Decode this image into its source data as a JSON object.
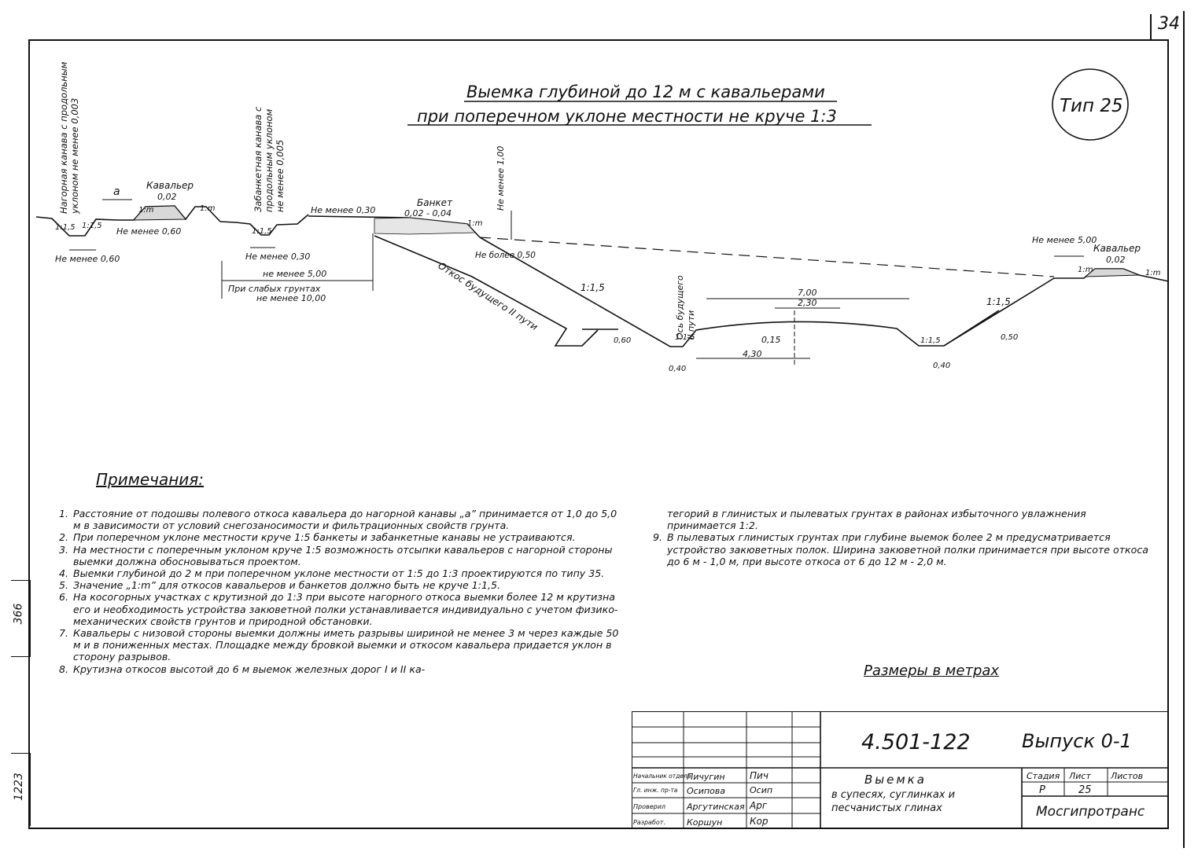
{
  "sheet_number": "34",
  "type_badge": "Тип 25",
  "title": {
    "line1": "Выемка глубиной до 12 м с кавальерами",
    "line2": "при поперечном уклоне местности не круче 1:3"
  },
  "drawing": {
    "vertical_labels": {
      "upland_ditch": [
        "Нагорная канава с продольным",
        "уклоном не менее 0,003"
      ],
      "berm_ditch": [
        "Забанкетная канава с",
        "продольным уклоном",
        "не менее 0,005"
      ],
      "not_less_100": "Не менее 1,00",
      "axis_track_2": [
        "Ось будущего",
        "II пути"
      ]
    },
    "labels": {
      "kavalier_left": "Кавальер",
      "slope_002_left": "0,02",
      "slope_m_1": "1:m",
      "slope_m_2": "1:m",
      "slope_m_3": "1:m",
      "slope_m_4": "1:m",
      "slope_m_5": "1:m",
      "slope_15_a": "1:1,5",
      "slope_15_b": "1:1,5",
      "slope_15_c": "1:1,5",
      "slope_15_d": "1:1,5",
      "slope_15_e": "1:1,5",
      "slope_15_f": "1:1,5",
      "slope_15_g": "1:1,5",
      "a": "а",
      "nm_060_a": "Не менее 0,60",
      "nm_060_b": "Не менее 0,60",
      "nm_030_a": "Не менее 0,30",
      "nm_030_b": "Не менее 0,30",
      "nm_500": "не менее 5,00",
      "weak_soil": [
        "При слабых грунтах",
        "не менее 10,00"
      ],
      "banket": "Банкет",
      "banket_slope": "0,02 - 0,04",
      "nb_050": "Не более 0,50",
      "future_slope": "Откос будущего II пути",
      "nm_500_right": "Не менее 5,00",
      "kavalier_right": "Кавальер",
      "slope_002_right": "0,02",
      "dim_700": "7,00",
      "dim_230": "2,30",
      "dim_015": "0,15",
      "dim_430": "4,30",
      "dim_060": "0,60",
      "dim_050": "0,50",
      "dim_040_a": "0,40",
      "dim_040_b": "0,40"
    }
  },
  "notes_title": "Примечания:",
  "notes_left": [
    {
      "n": "1.",
      "text": "Расстояние от подошвы полевого откоса кавальера до нагорной канавы „а” принимается от 1,0 до 5,0 м в зависимости от условий снегозаносимости и фильтрационных свойств грунта."
    },
    {
      "n": "2.",
      "text": "При поперечном уклоне местности круче 1:5 банкеты и забанкетные канавы не устраиваются."
    },
    {
      "n": "3.",
      "text": "На местности с поперечным уклоном круче 1:5 возможность отсыпки кавальеров с нагорной стороны выемки должна обосновываться проектом."
    },
    {
      "n": "4.",
      "text": "Выемки глубиной до 2 м при поперечном уклоне местности от 1:5 до 1:3 проектируются по типу 35."
    },
    {
      "n": "5.",
      "text": "Значение „1:m” для откосов кавальеров и банкетов должно быть не круче 1:1,5."
    },
    {
      "n": "6.",
      "text": "На косогорных участках с крутизной до 1:3 при высоте нагорного откоса выемки более 12 м крутизна его и необходимость устройства закюветной полки устанавливается индивидуально с учетом физико-механических свойств грунтов и природной обстановки."
    },
    {
      "n": "7.",
      "text": "Кавальеры с низовой стороны выемки должны иметь разрывы шириной не менее 3 м через каждые 50 м и в пониженных местах. Площадке между бровкой выемки и откосом кавальера придается уклон в сторону разрывов."
    },
    {
      "n": "8.",
      "text": "Крутизна откосов высотой до 6 м выемок железных дорог I и II ка-"
    }
  ],
  "notes_right": [
    {
      "n": "",
      "text": "тегорий в глинистых и пылеватых грунтах в районах избыточного увлажнения принимается 1:2."
    },
    {
      "n": "9.",
      "text": "В пылеватых глинистых грунтах при глубине выемок более 2 м предусматривается устройство закюветных полок. Ширина закюветной полки принимается при высоте откоса до 6 м - 1,0 м, при высоте откоса от 6 до 12 м - 2,0 м."
    }
  ],
  "dimensions_note": "Размеры в метрах",
  "title_block": {
    "code": "4.501-122",
    "issue": "Выпуск 0-1",
    "col_stage": "Стадия",
    "col_sheet": "Лист",
    "col_sheets": "Листов",
    "stage": "Р",
    "sheet": "25",
    "sheets": "",
    "desc": [
      "Выемка",
      "в супесях, суглинках и",
      "песчанистых глинах"
    ],
    "org": "Мосгипротранс",
    "roles": [
      {
        "role": "Начальник отдела",
        "name": "Пичугин",
        "sig": "Пич"
      },
      {
        "role": "Гл. инж. пр-та",
        "name": "Осипова",
        "sig": "Осип"
      },
      {
        "role": "Проверил",
        "name": "Аргутинская",
        "sig": "Арг"
      },
      {
        "role": "Разработ.",
        "name": "Коршун",
        "sig": "Кор"
      }
    ]
  },
  "side": {
    "top": "366",
    "bottom": "1223"
  }
}
